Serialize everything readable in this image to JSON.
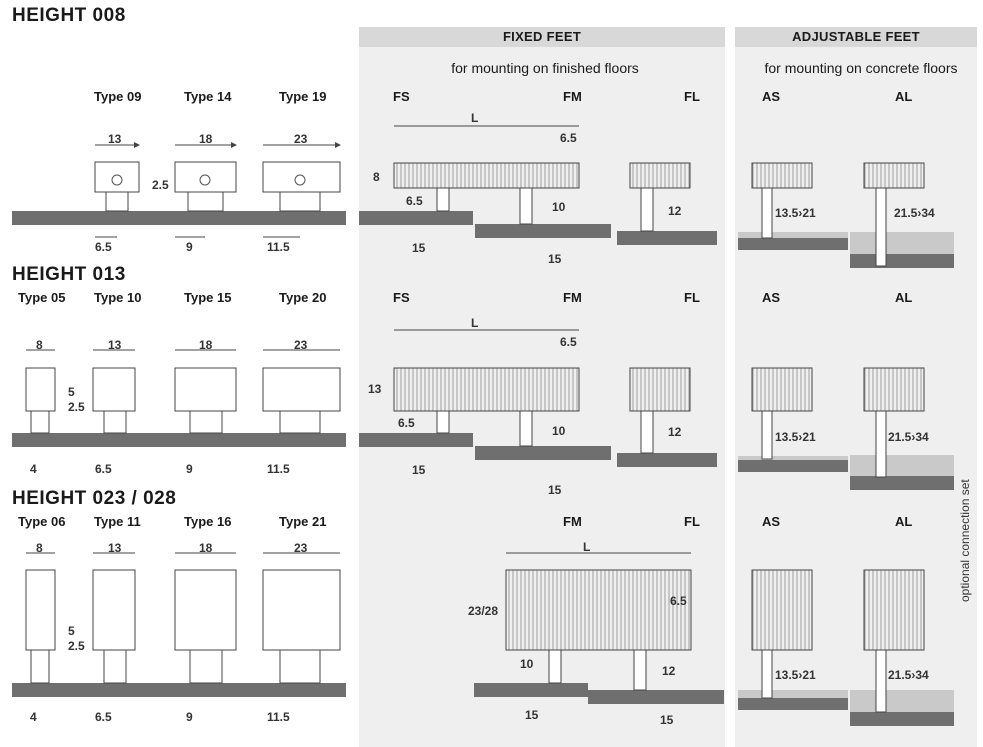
{
  "sections": {
    "fixed_feet": {
      "title": "FIXED FEET",
      "subtitle": "for mounting on finished floors"
    },
    "adjustable_feet": {
      "title": "ADJUSTABLE FEET",
      "subtitle": "for mounting on concrete floors"
    }
  },
  "rows": [
    {
      "title": "HEIGHT 008",
      "types": [
        {
          "label": "Type 09",
          "width": "13",
          "offset": "6.5"
        },
        {
          "label": "Type 14",
          "width": "18",
          "offset": "9"
        },
        {
          "label": "Type 19",
          "width": "23",
          "offset": "11.5"
        }
      ],
      "variants": [
        "FS",
        "FM",
        "FL",
        "AS",
        "AL"
      ],
      "dims": {
        "height": "8",
        "pipe": "2.5",
        "l": "L",
        "l_off": "6.5",
        "fs_h": "6.5",
        "fs_w": "15",
        "fm_h": "10",
        "fm_w": "15",
        "fl_h": "12",
        "as_h": "13.5›21",
        "al_h": "21.5›34"
      }
    },
    {
      "title": "HEIGHT 013",
      "types": [
        {
          "label": "Type 05",
          "width": "8",
          "offset": "4"
        },
        {
          "label": "Type 10",
          "width": "13",
          "offset": "6.5"
        },
        {
          "label": "Type 15",
          "width": "18",
          "offset": "9"
        },
        {
          "label": "Type 20",
          "width": "23",
          "offset": "11.5"
        }
      ],
      "variants": [
        "FS",
        "FM",
        "FL",
        "AS",
        "AL"
      ],
      "dims": {
        "height": "13",
        "pipe_a": "5",
        "pipe_b": "2.5",
        "l": "L",
        "l_off": "6.5",
        "fs_h": "6.5",
        "fs_w": "15",
        "fm_h": "10",
        "fm_w": "15",
        "fl_h": "12",
        "as_h": "13.5›21",
        "al_h": "21.5›34"
      }
    },
    {
      "title": "HEIGHT 023 / 028",
      "types": [
        {
          "label": "Type 06",
          "width": "8",
          "offset": "4"
        },
        {
          "label": "Type 11",
          "width": "13",
          "offset": "6.5"
        },
        {
          "label": "Type 16",
          "width": "18",
          "offset": "9"
        },
        {
          "label": "Type 21",
          "width": "23",
          "offset": "11.5"
        }
      ],
      "variants": [
        "FM",
        "FL",
        "AS",
        "AL"
      ],
      "dims": {
        "height": "23/28",
        "pipe_a": "5",
        "pipe_b": "2.5",
        "l": "L",
        "l_off": "6.5",
        "fm_h": "10",
        "fm_w": "15",
        "fl_h": "12",
        "fl_w": "15",
        "as_h": "13.5›21",
        "al_h": "21.5›34"
      }
    }
  ],
  "side_note": "optional connection set",
  "colors": {
    "floor": "#6f6f6f",
    "panel": "#efefef",
    "header": "#d8d8d8",
    "line": "#444444"
  }
}
